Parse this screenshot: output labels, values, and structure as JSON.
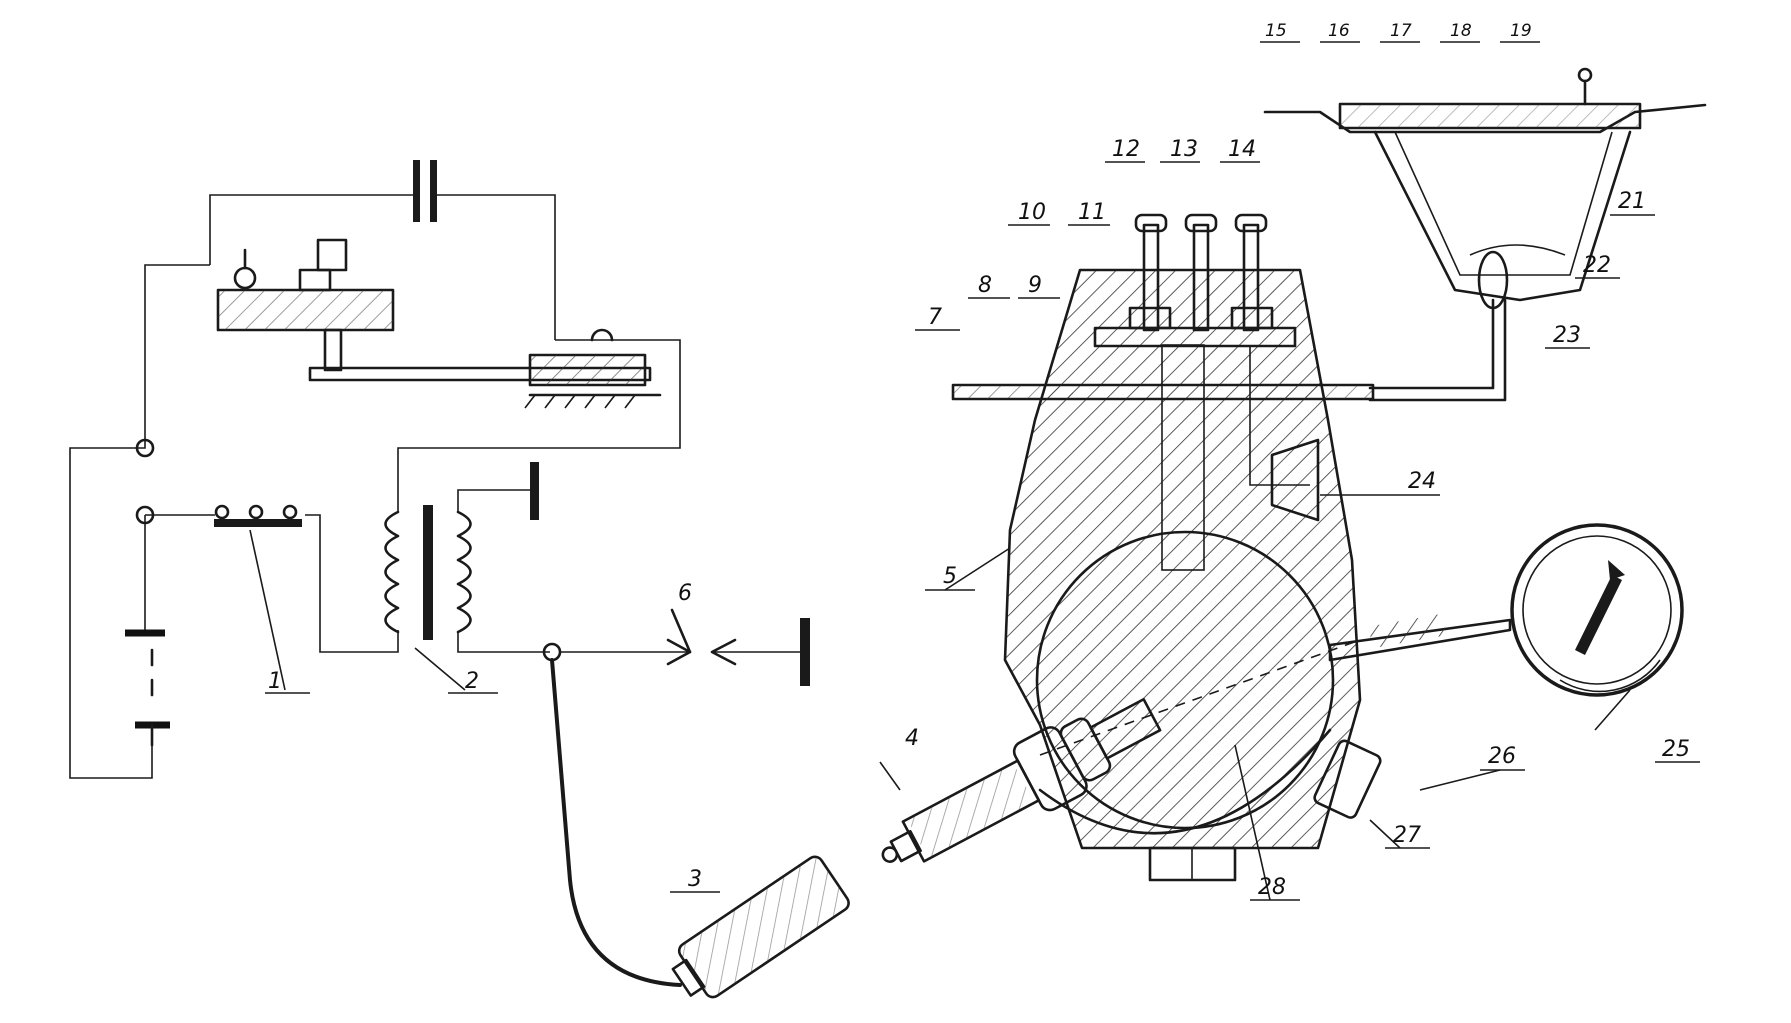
{
  "labels": {
    "l1": "1",
    "l2": "2",
    "l3": "3",
    "l4": "4",
    "l5": "5",
    "l6": "6",
    "l7": "7",
    "l8": "8",
    "l9": "9",
    "l10": "10",
    "l11": "11",
    "l12": "12",
    "l13": "13",
    "l14": "14",
    "l15": "15",
    "l16": "16",
    "l17": "17",
    "l18": "18",
    "l19": "19",
    "l21": "21",
    "l22": "22",
    "l23": "23",
    "l24": "24",
    "l25": "25",
    "l26": "26",
    "l27": "27",
    "l28": "28"
  }
}
